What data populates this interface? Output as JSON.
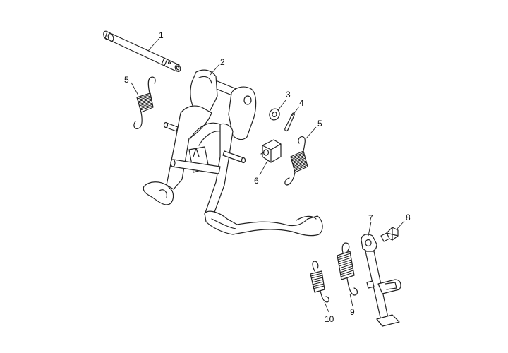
{
  "diagram": {
    "callouts": [
      {
        "id": "c1",
        "label": "1"
      },
      {
        "id": "c2",
        "label": "2"
      },
      {
        "id": "c3",
        "label": "3"
      },
      {
        "id": "c4",
        "label": "4"
      },
      {
        "id": "c5a",
        "label": "5"
      },
      {
        "id": "c5b",
        "label": "5"
      },
      {
        "id": "c6",
        "label": "6"
      },
      {
        "id": "c7",
        "label": "7"
      },
      {
        "id": "c8",
        "label": "8"
      },
      {
        "id": "c9",
        "label": "9"
      },
      {
        "id": "c10",
        "label": "10"
      }
    ],
    "colors": {
      "line": "#222222",
      "background": "#ffffff"
    }
  }
}
